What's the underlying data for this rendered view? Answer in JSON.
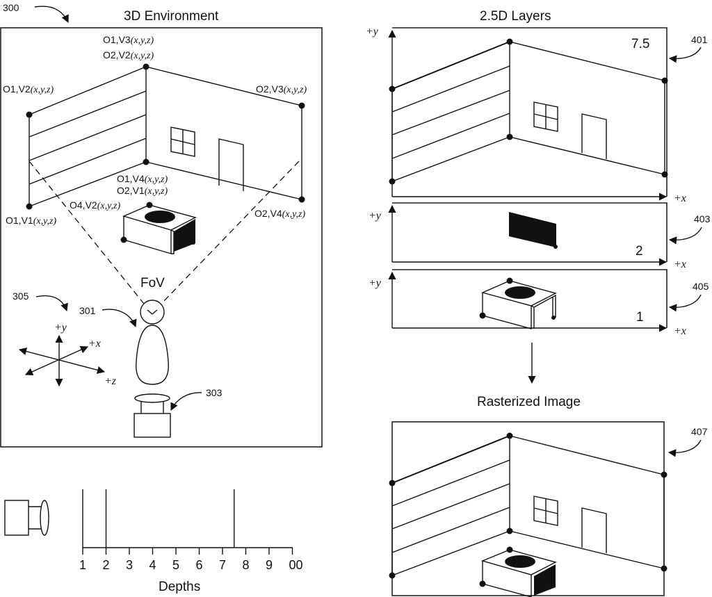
{
  "figure": {
    "left_panel": {
      "ref_number": "300",
      "title": "3D Environment",
      "vertex_labels": {
        "top_center_1": "O1,V3",
        "top_center_2": "O2,V2",
        "left_top": "O1,V2",
        "right_top": "O2,V3",
        "mid_center_1": "O1,V4",
        "mid_center_2": "O2,V1",
        "object_top": "O4,V2",
        "left_bottom": "O1,V1",
        "right_bottom": "O2,V4"
      },
      "coord_suffix": "(x,y,z)",
      "fov_label": "FoV",
      "user_ref": "301",
      "camera_ref": "303",
      "axes_ref": "305",
      "axis_labels": {
        "y": "+y",
        "x": "+x",
        "z": "+z"
      }
    },
    "depth_scale": {
      "xlabel": "Depths",
      "ticks": [
        "1",
        "2",
        "3",
        "4",
        "5",
        "6",
        "7",
        "8",
        "9",
        "00"
      ],
      "marked_depths": [
        1,
        2,
        7.5
      ]
    },
    "right_panel": {
      "title": "2.5D Layers",
      "layers": [
        {
          "ref": "401",
          "depth_label": "7.5",
          "axis_y": "+y",
          "axis_x": "+x",
          "content": "walls"
        },
        {
          "ref": "403",
          "depth_label": "2",
          "axis_y": "+y",
          "axis_x": "+x",
          "content": "panel"
        },
        {
          "ref": "405",
          "depth_label": "1",
          "axis_y": "+y",
          "axis_x": "+x",
          "content": "table"
        }
      ],
      "output_title": "Rasterized Image",
      "output_ref": "407"
    }
  }
}
